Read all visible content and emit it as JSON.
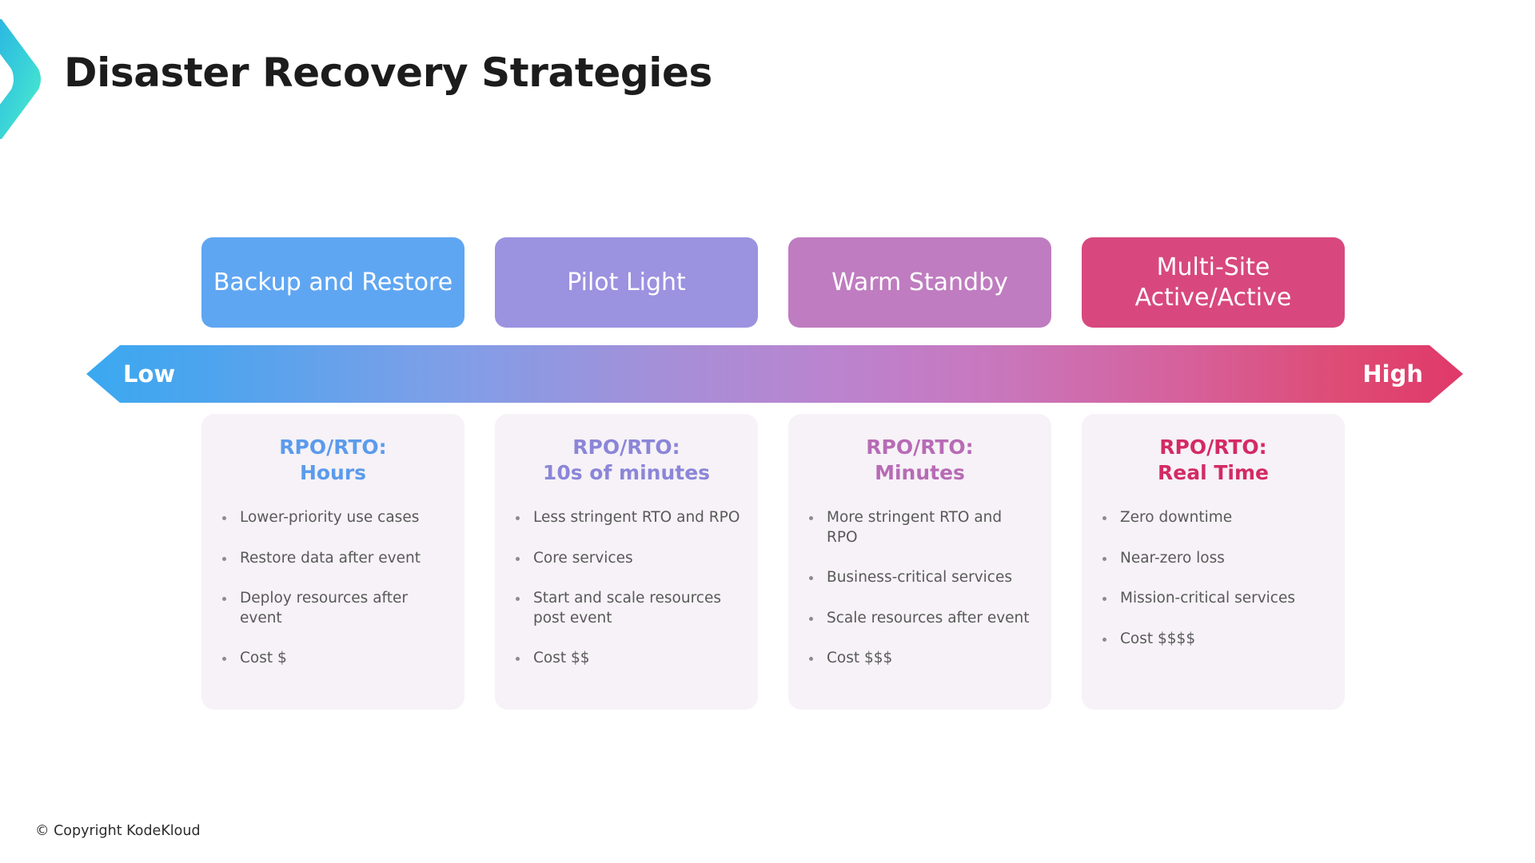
{
  "slide": {
    "title": "Disaster Recovery Strategies",
    "footer": "© Copyright KodeKloud",
    "background": "#ffffff"
  },
  "decor": {
    "chevron_gradient_from": "#2bb6e0",
    "chevron_gradient_to": "#45e8cf"
  },
  "scale": {
    "low_label": "Low",
    "high_label": "High",
    "gradient_from": "#3aa9f0",
    "gradient_mid": "#bb84cf",
    "gradient_to": "#e0386a"
  },
  "strategies": [
    {
      "name": "Backup and Restore",
      "name_line1": "Backup and",
      "name_line2": "Restore",
      "color": "#5fa6f2",
      "accent": "#5b9bec",
      "rpo_rto_label": "RPO/RTO:",
      "rpo_rto_value": "Hours",
      "bullets": [
        "Lower-priority use cases",
        "Restore data after event",
        "Deploy resources after event",
        "Cost $"
      ]
    },
    {
      "name": "Pilot Light",
      "name_line1": "Pilot Light",
      "name_line2": "",
      "color": "#9b92e0",
      "accent": "#8b86d8",
      "rpo_rto_label": "RPO/RTO:",
      "rpo_rto_value": "10s of minutes",
      "bullets": [
        "Less stringent RTO and RPO",
        "Core services",
        "Start and scale resources post event",
        "Cost $$"
      ]
    },
    {
      "name": "Warm Standby",
      "name_line1": "Warm Standby",
      "name_line2": "",
      "color": "#bf7cc0",
      "accent": "#b濃",
      "accent_hex": "#b76bb5",
      "rpo_rto_label": "RPO/RTO:",
      "rpo_rto_value": "Minutes",
      "bullets": [
        "More stringent RTO and RPO",
        "Business-critical services",
        "Scale resources after event",
        "Cost $$$"
      ]
    },
    {
      "name": "Multi-Site Active/Active",
      "name_line1": "Multi-Site",
      "name_line2": "Active/Active",
      "color": "#d8487e",
      "accent": "#d42a63",
      "rpo_rto_label": "RPO/RTO:",
      "rpo_rto_value": "Real Time",
      "bullets": [
        "Zero downtime",
        "Near-zero loss",
        "Mission-critical services",
        "Cost $$$$"
      ]
    }
  ]
}
